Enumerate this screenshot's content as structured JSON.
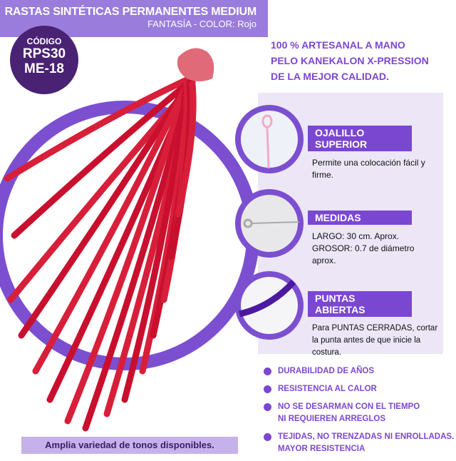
{
  "header": {
    "title": "RASTAS SINTÉTICAS PERMANENTES MEDIUM",
    "subtitle": "FANTASÍA - COLOR: Rojo"
  },
  "badge": {
    "label": "CÓDIGO",
    "line1": "RPS30",
    "line2": "ME-18"
  },
  "claims": [
    "100 % ARTESANAL A MANO",
    "PELO KANEKALON X-PRESSION",
    "DE LA MEJOR CALIDAD."
  ],
  "features": [
    {
      "title": "OJALILLO SUPERIOR",
      "desc": "Permite una colocación fácil y firme."
    },
    {
      "title": "MEDIDAS",
      "desc": "LARGO: 30 cm. Aprox. GROSOR: 0.7 de diámetro aprox."
    },
    {
      "title": "PUNTAS  ABIERTAS",
      "desc": "Para PUNTAS CERRADAS, cortar la punta antes de que inicie la costura."
    }
  ],
  "bullets": [
    "DURABILIDAD DE AÑOS",
    "RESISTENCIA AL CALOR",
    "NO SE DESARMAN CON EL TIEMPO NI REQUIEREN ARREGLOS",
    "TEJIDAS, NO TRENZADAS NI ENROLLADAS. MAYOR RESISTENCIA"
  ],
  "footer": "Amplia variedad de tonos disponibles.",
  "colors": {
    "purple": "#7a47d1",
    "dark": "#4a2273",
    "light": "#ece6f7",
    "red": "#c8102e"
  }
}
